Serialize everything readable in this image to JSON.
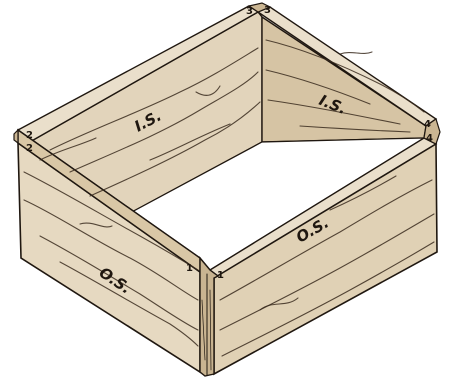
{
  "labels": {
    "back_left_face": "I.S.",
    "back_right_face": "I.S.",
    "front_left_face": "O.S.",
    "front_right_face": "O.S."
  },
  "corner_numbers": {
    "back_corner_left": "3",
    "back_corner_right": "3",
    "left_corner_top": "2",
    "left_corner_bottom": "2",
    "right_corner_top": "4",
    "right_corner_bottom": "4",
    "front_corner_left": "1",
    "front_corner_right": "1"
  },
  "colors": {
    "wood_light": "#e8dcc8",
    "wood_mid": "#d9c9ad",
    "wood_dark": "#c7b08e",
    "ink": "#1f1710"
  }
}
